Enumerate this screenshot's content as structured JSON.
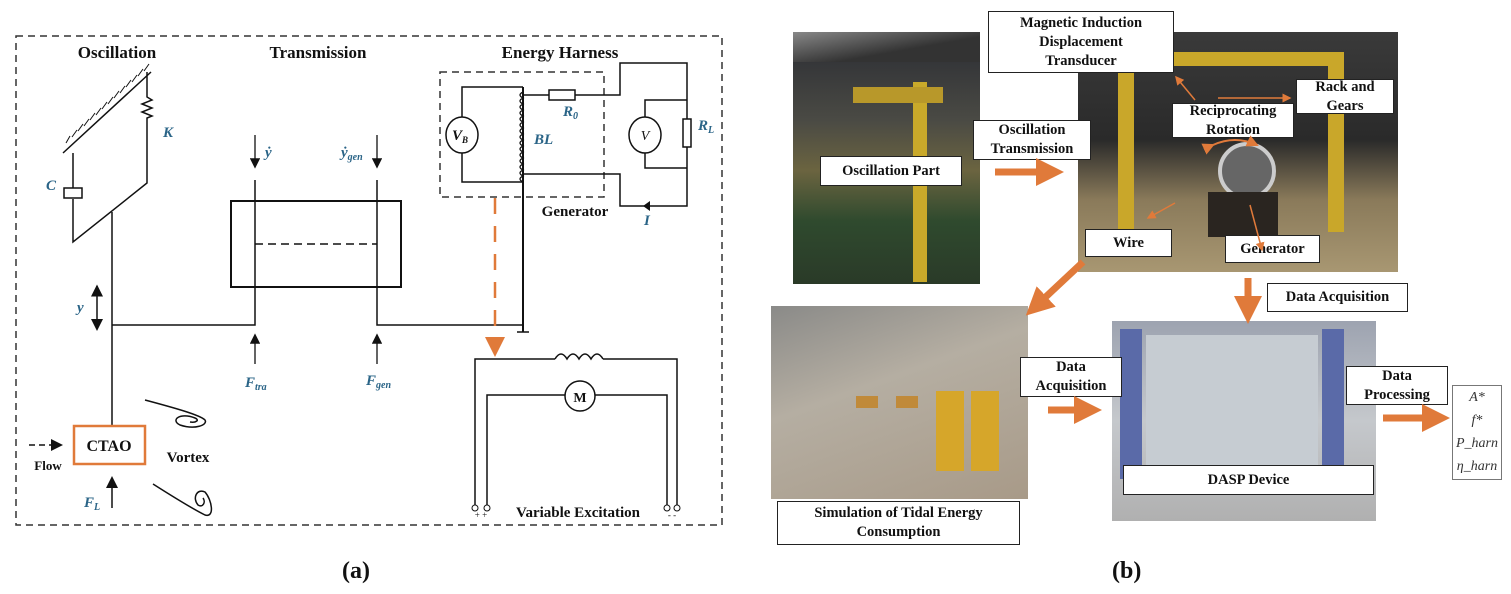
{
  "panel_a": {
    "caption": "(a)",
    "sections": {
      "oscillation": "Oscillation",
      "transmission": "Transmission",
      "energy_harness": "Energy Harness"
    },
    "symbols": {
      "K": "K",
      "C": "C",
      "y": "y",
      "y_dot": "ẏ",
      "y_dot_gen": "ẏ",
      "y_dot_gen_sub": "gen",
      "F_tra": "F",
      "F_tra_sub": "tra",
      "F_gen": "F",
      "F_gen_sub": "gen",
      "F_L": "F",
      "F_L_sub": "L",
      "V_B": "V",
      "V_B_sub": "B",
      "BL": "BL",
      "R0": "R",
      "R0_sub": "0",
      "V": "V",
      "RL": "R",
      "RL_sub": "L",
      "I": "I",
      "M": "M"
    },
    "labels": {
      "generator": "Generator",
      "ctao": "CTAO",
      "flow": "Flow",
      "vortex": "Vortex",
      "variable_excitation": "Variable Excitation",
      "plus": "+ +",
      "minus": "- -"
    },
    "colors": {
      "accent": "#e07a3a",
      "symbol": "#2a6487"
    }
  },
  "panel_b": {
    "caption": "(b)",
    "labels": {
      "magnetic": "Magnetic Induction\nDisplacement\nTransducer",
      "rack": "Rack and\nGears",
      "reciprocating": "Reciprocating\nRotation",
      "osc_transmission": "Oscillation\nTransmission",
      "osc_part": "Oscillation Part",
      "wire": "Wire",
      "generator": "Generator",
      "data_acq_top": "Data Acquisition",
      "data_acq_mid": "Data\nAcquisition",
      "data_processing": "Data\nProcessing",
      "dasp": "DASP  Device",
      "simulation": "Simulation of Tidal  Energy\nConsumption"
    },
    "outputs": [
      "A*",
      "f*",
      "P_harn",
      "η_harn"
    ]
  }
}
